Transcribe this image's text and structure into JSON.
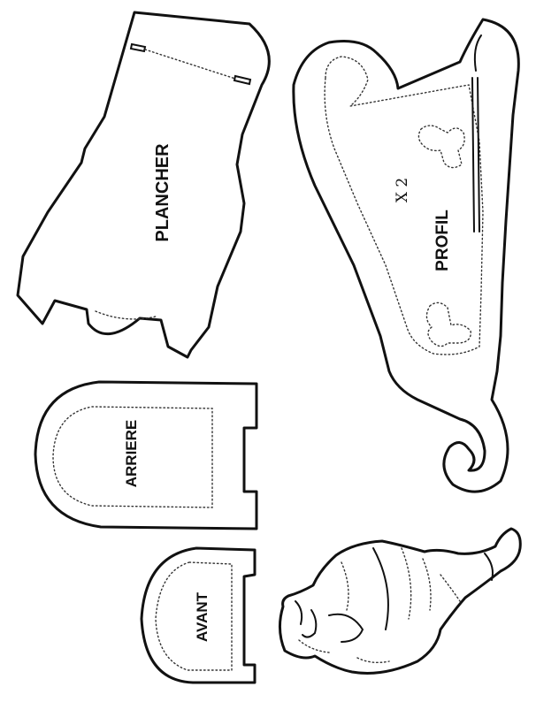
{
  "labels": {
    "plancher": "PLANCHER",
    "profil": "PROFIL",
    "quantity": "X 2",
    "arriere": "ARRIERE",
    "avant": "AVANT"
  },
  "colors": {
    "outline": "#111111",
    "fold_line": "#333333",
    "paper": "#ffffff"
  }
}
